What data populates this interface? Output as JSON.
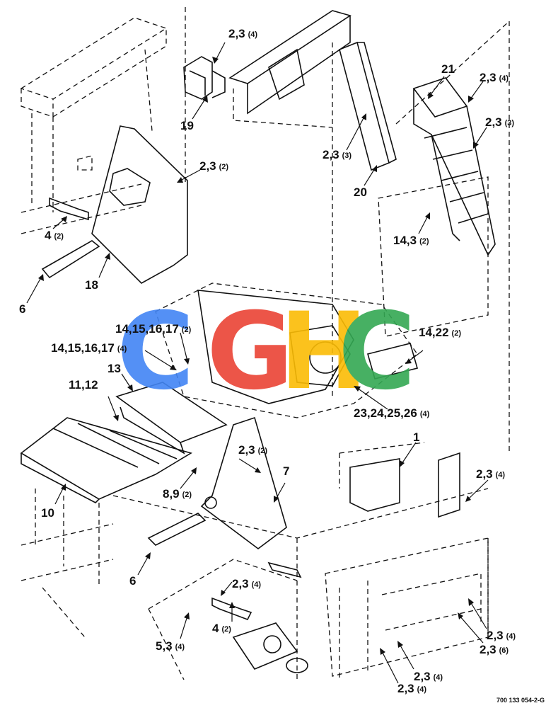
{
  "callouts": [
    {
      "id": "c1",
      "main": "2,3",
      "qty": "(4)"
    },
    {
      "id": "c2",
      "main": "19",
      "qty": ""
    },
    {
      "id": "c3",
      "main": "2,3",
      "qty": "(2)"
    },
    {
      "id": "c4",
      "main": "4",
      "qty": "(2)"
    },
    {
      "id": "c5",
      "main": "18",
      "qty": ""
    },
    {
      "id": "c6",
      "main": "6",
      "qty": ""
    },
    {
      "id": "c7",
      "main": "2,3",
      "qty": "(3)"
    },
    {
      "id": "c8",
      "main": "20",
      "qty": ""
    },
    {
      "id": "c9",
      "main": "21",
      "qty": ""
    },
    {
      "id": "c10",
      "main": "2,3",
      "qty": "(4)"
    },
    {
      "id": "c11",
      "main": "2,3",
      "qty": "(3)"
    },
    {
      "id": "c12",
      "main": "14,3",
      "qty": "(2)"
    },
    {
      "id": "c13",
      "main": "14,15,16,17",
      "qty": "(2)"
    },
    {
      "id": "c14",
      "main": "14,15,16,17",
      "qty": "(4)"
    },
    {
      "id": "c15",
      "main": "13",
      "qty": ""
    },
    {
      "id": "c16",
      "main": "11,12",
      "qty": ""
    },
    {
      "id": "c17",
      "main": "14,22",
      "qty": "(2)"
    },
    {
      "id": "c18",
      "main": "23,24,25,26",
      "qty": "(4)"
    },
    {
      "id": "c19",
      "main": "1",
      "qty": ""
    },
    {
      "id": "c20",
      "main": "2,3",
      "qty": "(2)"
    },
    {
      "id": "c21",
      "main": "7",
      "qty": ""
    },
    {
      "id": "c22",
      "main": "10",
      "qty": ""
    },
    {
      "id": "c23",
      "main": "8,9",
      "qty": "(2)"
    },
    {
      "id": "c24",
      "main": "2,3",
      "qty": "(4)"
    },
    {
      "id": "c25",
      "main": "6",
      "qty": ""
    },
    {
      "id": "c26",
      "main": "2,3",
      "qty": "(4)"
    },
    {
      "id": "c27",
      "main": "4",
      "qty": "(2)"
    },
    {
      "id": "c28",
      "main": "5,3",
      "qty": "(4)"
    },
    {
      "id": "c29",
      "main": "2,3",
      "qty": "(4)"
    },
    {
      "id": "c30",
      "main": "2,3",
      "qty": "(6)"
    },
    {
      "id": "c31",
      "main": "2,3",
      "qty": "(4)"
    },
    {
      "id": "c32",
      "main": "2,3",
      "qty": "(4)"
    }
  ],
  "drawing_number": "700 133 054-2-G",
  "watermark": {
    "text": "CGHC",
    "letters": [
      "C",
      "G",
      "H",
      "C"
    ],
    "colors": [
      "#4285F4",
      "#EA4335",
      "#FBBC05",
      "#34A853"
    ]
  }
}
